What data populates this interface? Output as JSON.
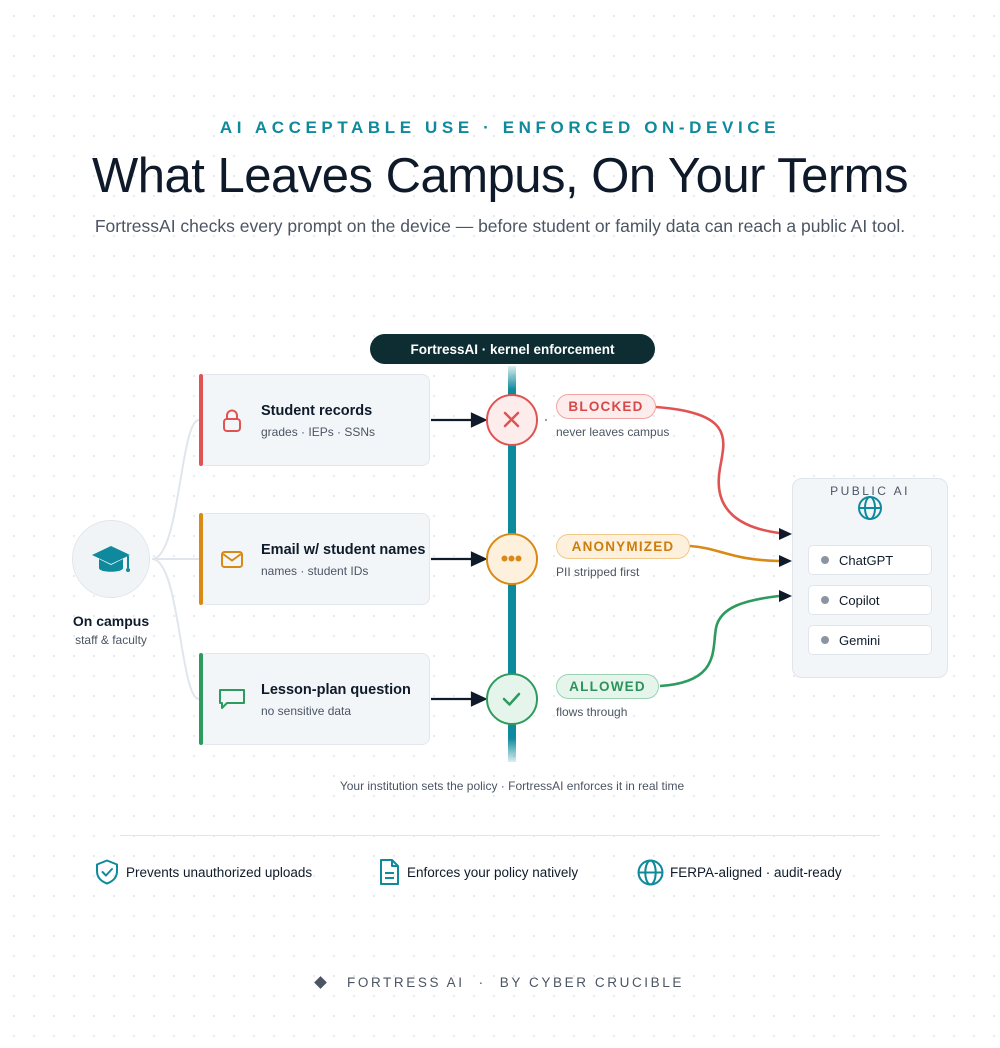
{
  "header": {
    "eyebrow": "AI ACCEPTABLE USE · ENFORCED ON-DEVICE",
    "title": "What Leaves Campus, On Your Terms",
    "subtitle": "FortressAI checks every prompt on the device — before student or family data can reach a public AI tool."
  },
  "enforcement": {
    "label": "FortressAI · kernel enforcement"
  },
  "campus": {
    "title": "On campus",
    "subtitle": "staff & faculty",
    "icon": "graduation-cap-icon"
  },
  "flows": [
    {
      "title": "Student records",
      "subtitle": "grades · IEPs · SSNs",
      "icon": "lock-icon",
      "status": "BLOCKED",
      "status_note": "never leaves campus",
      "node_icon": "x-icon",
      "color": "#e05353"
    },
    {
      "title": "Email w/ student names",
      "subtitle": "names · student IDs",
      "icon": "mail-icon",
      "status": "ANONYMIZED",
      "status_note": "PII stripped first",
      "node_icon": "dots-icon",
      "color": "#d98a16"
    },
    {
      "title": "Lesson-plan question",
      "subtitle": "no sensitive data",
      "icon": "chat-icon",
      "status": "ALLOWED",
      "status_note": "flows through",
      "node_icon": "check-icon",
      "color": "#2e9b5e"
    }
  ],
  "public_ai": {
    "label": "PUBLIC AI",
    "icon": "globe-icon",
    "items": [
      "ChatGPT",
      "Copilot",
      "Gemini"
    ]
  },
  "caption": "Your institution sets the policy · FortressAI enforces it in real time",
  "features": [
    {
      "label": "Prevents unauthorized uploads",
      "icon": "shield-check-icon"
    },
    {
      "label": "Enforces your policy natively",
      "icon": "document-icon"
    },
    {
      "label": "FERPA-aligned · audit-ready",
      "icon": "globe-icon"
    }
  ],
  "footer": {
    "brand": "FORTRESS AI",
    "separator": "·",
    "byline": "BY CYBER CRUCIBLE"
  },
  "colors": {
    "accent": "#0f8a9c",
    "blocked": "#e05353",
    "anonymized": "#d98a16",
    "allowed": "#2e9b5e",
    "dark": "#0d2d33"
  }
}
